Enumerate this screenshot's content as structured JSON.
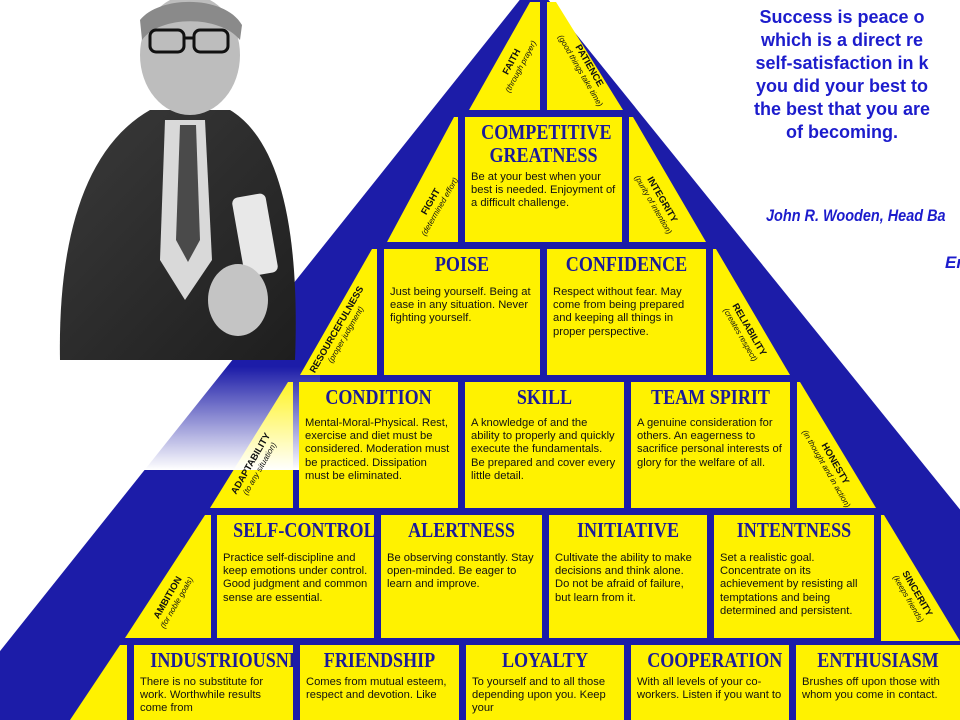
{
  "quote": {
    "lines": [
      "Success is peace o",
      "which is a direct re",
      "self-satisfaction in k",
      "you did your best to",
      "the best that you are",
      "of becoming."
    ],
    "author": "John R. Wooden, Head Ba",
    "author_line2": "En"
  },
  "blocks": {
    "competitive_greatness": {
      "title_line1": "COMPETITIVE",
      "title_line2": "GREATNESS",
      "desc": "Be at your best when your best is needed. Enjoyment of a difficult challenge."
    },
    "poise": {
      "title": "POISE",
      "desc": "Just being yourself. Being at ease in any situation. Never fighting yourself."
    },
    "confidence": {
      "title": "CONFIDENCE",
      "desc": "Respect without fear. May come from being prepared and keeping all things in proper perspective."
    },
    "condition": {
      "title": "CONDITION",
      "desc": "Mental-Moral-Physical. Rest, exercise and diet must be considered. Moderation must be practiced. Dissipation must be eliminated."
    },
    "skill": {
      "title": "SKILL",
      "desc": "A knowledge of and the ability to properly and quickly execute the fundamentals. Be prepared and cover every little detail."
    },
    "team_spirit": {
      "title": "TEAM SPIRIT",
      "desc": "A genuine consideration for others. An eagerness to sacrifice personal interests of glory for the welfare of all."
    },
    "self_control": {
      "title": "SELF-CONTROL",
      "desc": "Practice self-discipline and keep emotions under control. Good judgment and common sense are essential."
    },
    "alertness": {
      "title": "ALERTNESS",
      "desc": "Be observing constantly. Stay open-minded. Be eager to learn and improve."
    },
    "initiative": {
      "title": "INITIATIVE",
      "desc": "Cultivate the ability to make decisions and think alone. Do not be afraid of failure, but learn from it."
    },
    "intentness": {
      "title": "INTENTNESS",
      "desc": "Set a realistic goal. Concentrate on its achievement by resisting all temptations and being determined and persistent."
    },
    "industriousness": {
      "title": "INDUSTRIOUSNESS",
      "desc": "There is no substitute for work. Worthwhile results come from"
    },
    "friendship": {
      "title": "FRIENDSHIP",
      "desc": "Comes from mutual esteem, respect and devotion. Like"
    },
    "loyalty": {
      "title": "LOYALTY",
      "desc": "To yourself and to all those depending upon you. Keep your"
    },
    "cooperation": {
      "title": "COOPERATION",
      "desc": "With all levels of your co-workers. Listen if you want to"
    },
    "enthusiasm": {
      "title": "ENTHUSIASM",
      "desc": "Brushes off upon those with whom you come in contact."
    }
  },
  "side_traits": {
    "faith": {
      "name": "FAITH",
      "sub": "(through prayer)"
    },
    "patience": {
      "name": "PATIENCE",
      "sub": "(good things take time)"
    },
    "fight": {
      "name": "FIGHT",
      "sub": "(determined effort)"
    },
    "integrity": {
      "name": "INTEGRITY",
      "sub": "(purity of intention)"
    },
    "resourcefulness": {
      "name": "RESOURCEFULNESS",
      "sub": "(proper judgment)"
    },
    "reliability": {
      "name": "RELIABILITY",
      "sub": "(creates respect)"
    },
    "adaptability": {
      "name": "ADAPTABILITY",
      "sub": "(to any situation)"
    },
    "honesty": {
      "name": "HONESTY",
      "sub": "(in thought and in action)"
    },
    "ambition": {
      "name": "AMBITION",
      "sub": "(for noble goals)"
    },
    "sincerity": {
      "name": "SINCERITY",
      "sub": "(keeps friends)"
    }
  },
  "colors": {
    "frame": "#1c1ca8",
    "block": "#fff200",
    "title": "#1a1a9a",
    "quote": "#1c1ccc"
  }
}
